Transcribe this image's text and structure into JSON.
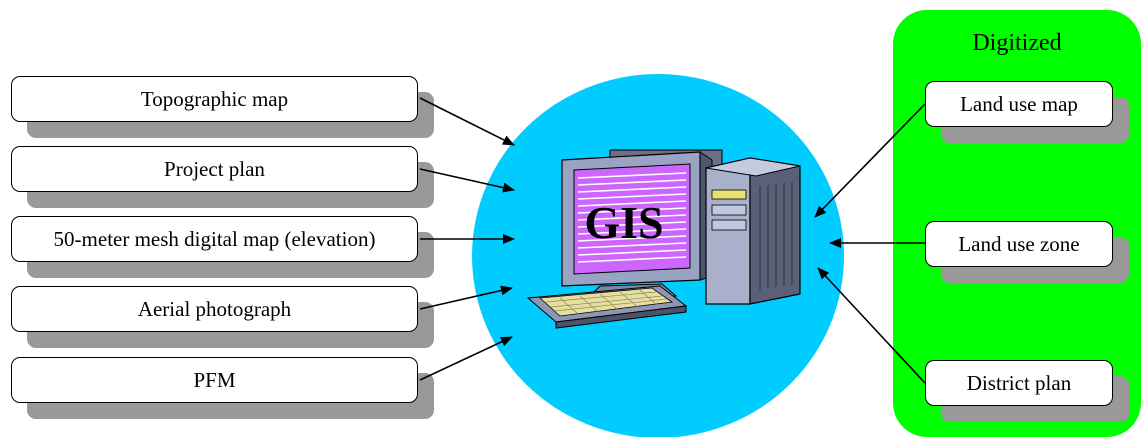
{
  "inputs": [
    {
      "label": "Topographic map"
    },
    {
      "label": "Project plan"
    },
    {
      "label": "50-meter mesh digital map (elevation)"
    },
    {
      "label": "Aerial photograph"
    },
    {
      "label": "PFM"
    }
  ],
  "center": {
    "label": "GIS"
  },
  "digitized": {
    "title": "Digitized",
    "items": [
      {
        "label": "Land use map"
      },
      {
        "label": "Land use zone"
      },
      {
        "label": "District plan"
      }
    ]
  },
  "colors": {
    "circle": "#00ccff",
    "panel": "#00ff00",
    "shadow": "#999999",
    "screen": "#cc66ff"
  }
}
